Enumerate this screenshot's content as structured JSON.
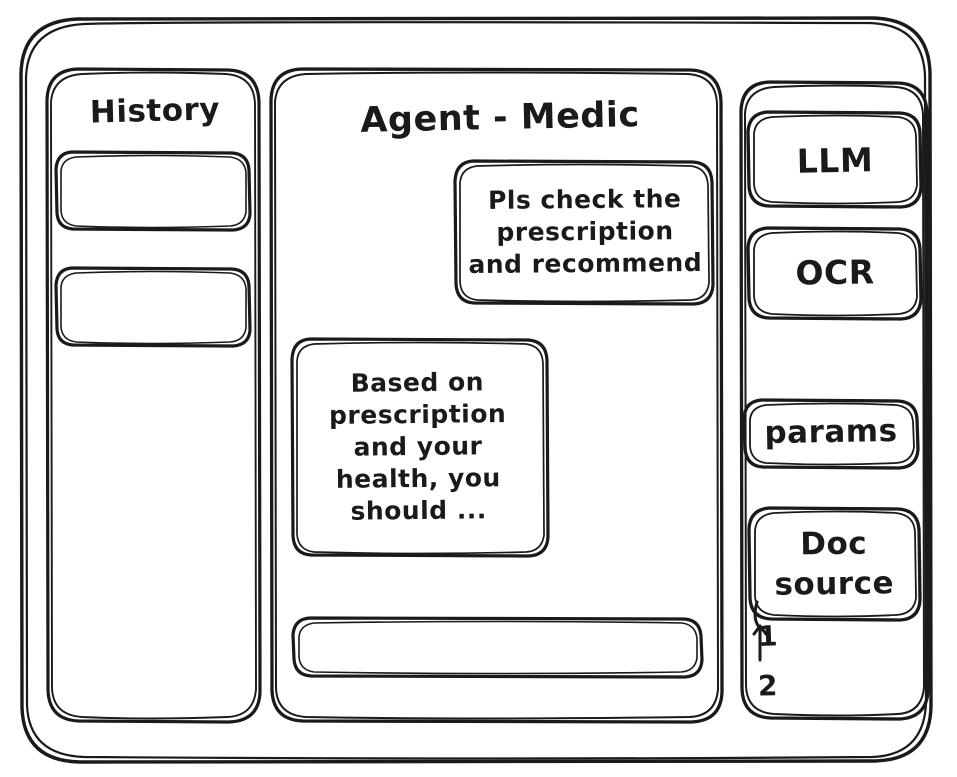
{
  "window": {
    "frame_name": "app-window"
  },
  "style": {
    "stroke": "#1a1a1a",
    "background": "#ffffff"
  },
  "sidebar_left": {
    "title": "History",
    "items": [
      {
        "label": ""
      },
      {
        "label": ""
      }
    ]
  },
  "main": {
    "title": "Agent - Medic",
    "messages": [
      {
        "role": "user",
        "text": "Pls check the\nprescription\nand recommend"
      },
      {
        "role": "assistant",
        "text": "Based on\nprescription\nand your\nhealth, you\nshould ..."
      }
    ],
    "composer": {
      "value": "",
      "placeholder": ""
    }
  },
  "sidebar_right": {
    "buttons": [
      {
        "label": "LLM"
      },
      {
        "label": "OCR"
      },
      {
        "label": "params"
      }
    ],
    "doc_source": {
      "title": "Doc\nsource",
      "items": [
        {
          "label": "1"
        },
        {
          "label": "2"
        }
      ]
    }
  }
}
